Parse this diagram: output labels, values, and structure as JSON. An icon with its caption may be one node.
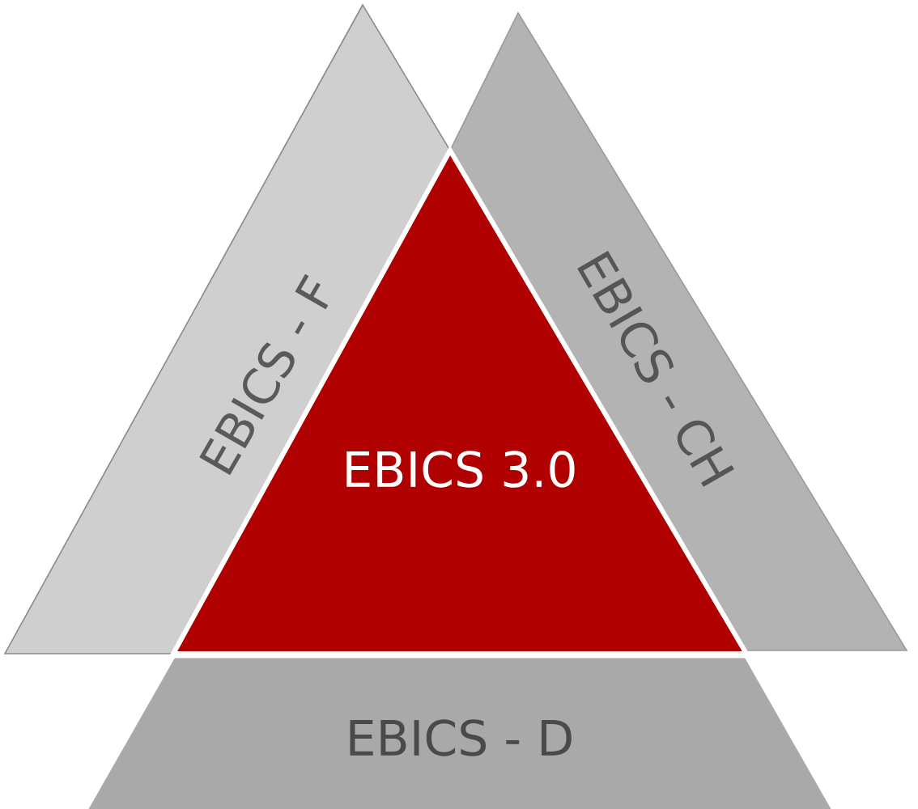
{
  "diagram": {
    "nodes": [
      {
        "text": [
          "EBICS - F"
        ]
      },
      {
        "text": [
          "EBICS - CH"
        ]
      },
      {
        "text": [
          "EBICS 3.0"
        ]
      },
      {
        "text": [
          "EBICS - D"
        ]
      }
    ]
  }
}
